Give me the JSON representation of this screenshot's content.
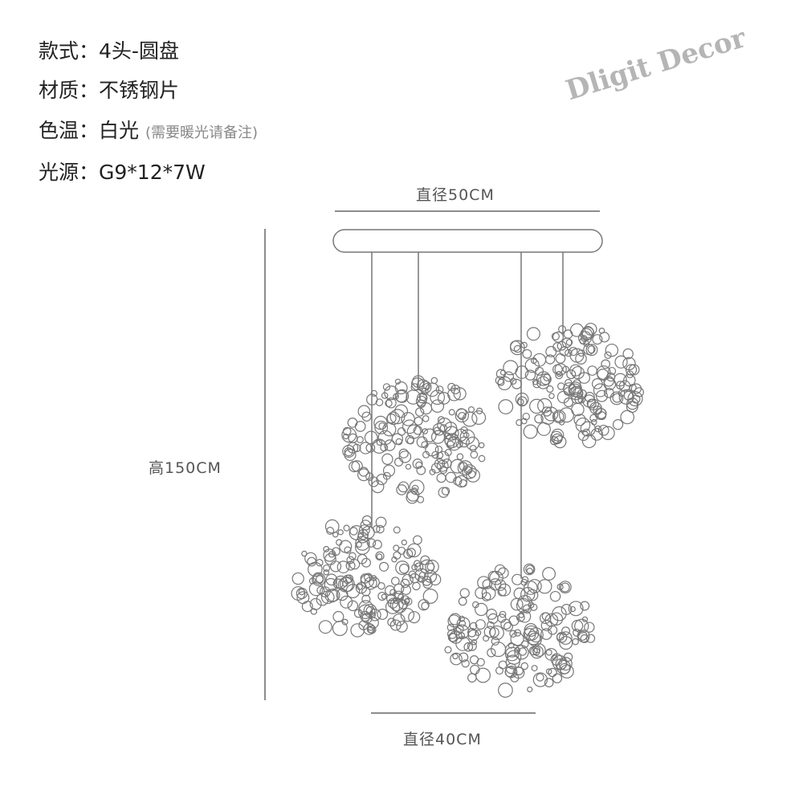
{
  "watermark": "Dligit Decor",
  "specs": [
    {
      "label": "款式：",
      "value": "4头-圆盘"
    },
    {
      "label": "材质：",
      "value": "不锈钢片"
    },
    {
      "label": "色温：",
      "value": "白光",
      "note": "(需要暖光请备注)"
    },
    {
      "label": "光源：",
      "value": "G9*12*7W"
    }
  ],
  "dimensions": {
    "top_diameter": "直径50CM",
    "height": "高150CM",
    "bottom_diameter": "直径40CM"
  }
}
